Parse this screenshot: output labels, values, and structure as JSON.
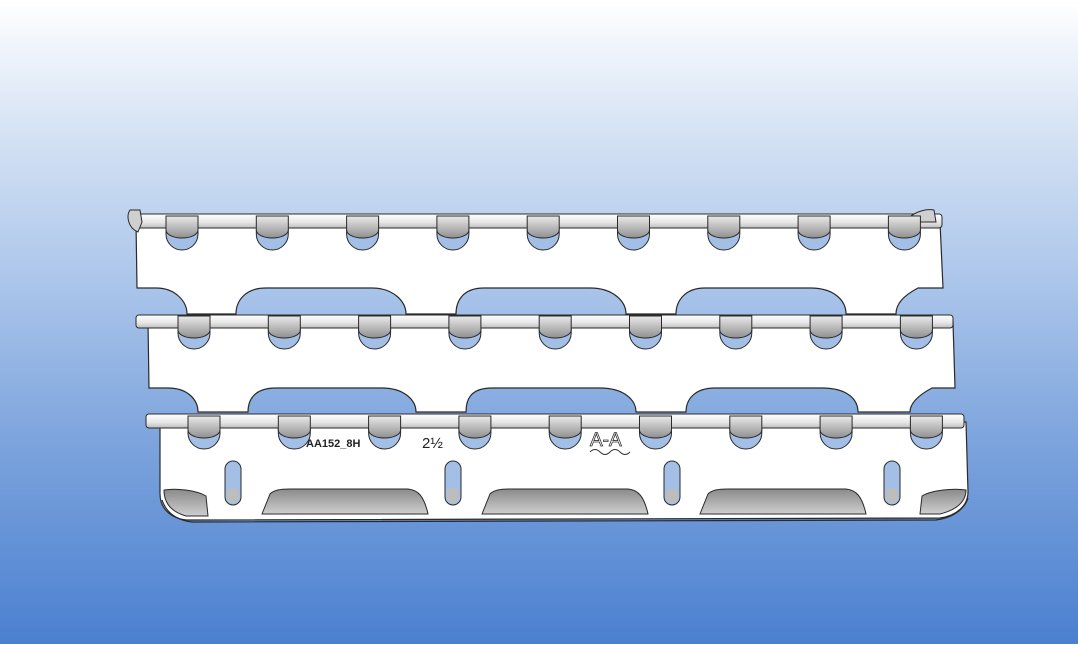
{
  "viewport": {
    "background_top": "#ffffff",
    "background_bottom": "#4b80d0"
  },
  "colors": {
    "part_fill": "#ffffff",
    "part_stroke": "#2a2a2a",
    "shade_dark": "#9e9e9e",
    "shade_light": "#d4d4d4",
    "cutout_fill": "#a3bfe6"
  },
  "markings": {
    "part_number": "AA152_8H",
    "size": "2½",
    "logo_text": "A-A"
  },
  "parts": [
    {
      "name": "tray-top",
      "tabs": 9,
      "view": "outline"
    },
    {
      "name": "tray-middle",
      "tabs": 9,
      "view": "outline"
    },
    {
      "name": "tray-bottom",
      "tabs": 9,
      "view": "front"
    }
  ]
}
